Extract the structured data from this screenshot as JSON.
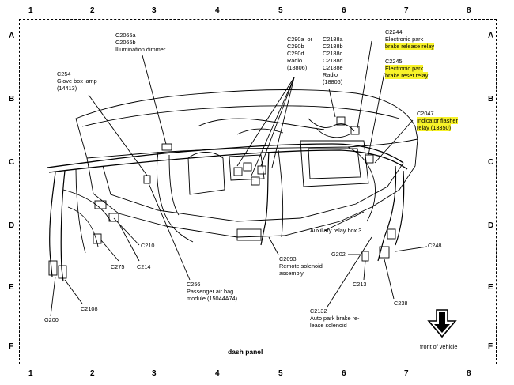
{
  "grid": {
    "columns": [
      "1",
      "2",
      "3",
      "4",
      "5",
      "6",
      "7",
      "8"
    ],
    "rows": [
      "A",
      "B",
      "C",
      "D",
      "E",
      "F"
    ]
  },
  "title": "dash panel",
  "front_label": "front of vehicle",
  "labels": {
    "c2065": "C2065a\nC2065b\nIllumination dimmer",
    "c290": "C290a  or\nC290b\nC290d\nRadio\n(18806)",
    "c2188": "C2188a\nC2188b\nC2188c\nC2188d\nC2188e\nRadio\n(18806)",
    "c2244_id": "C2244",
    "c2244_name_1": "Electronic park",
    "c2244_name_2": "brake release relay",
    "c2245_id": "C2245",
    "c2245_name_1": "Electronic park",
    "c2245_name_2": "brake reset relay",
    "c254": "C254\nGlove box lamp\n(14413)",
    "c2047_id": "C2047",
    "c2047_name_1": "Indicator flasher",
    "c2047_name_2": "relay (13350)",
    "aux_relay": "Auxiliary relay box 3",
    "c248": "C248",
    "c202": "G202",
    "c210": "C210",
    "c275": "C275",
    "c214": "C214",
    "c2093": "C2093\nRemote solenoid\nassembly",
    "c213": "C213",
    "c238": "C238",
    "c256": "C256\nPassenger air bag\nmodule (15044A74)",
    "c2108": "C2108",
    "g200": "G200",
    "c2132": "C2132\nAuto park brake re-\nlease solenoid"
  }
}
